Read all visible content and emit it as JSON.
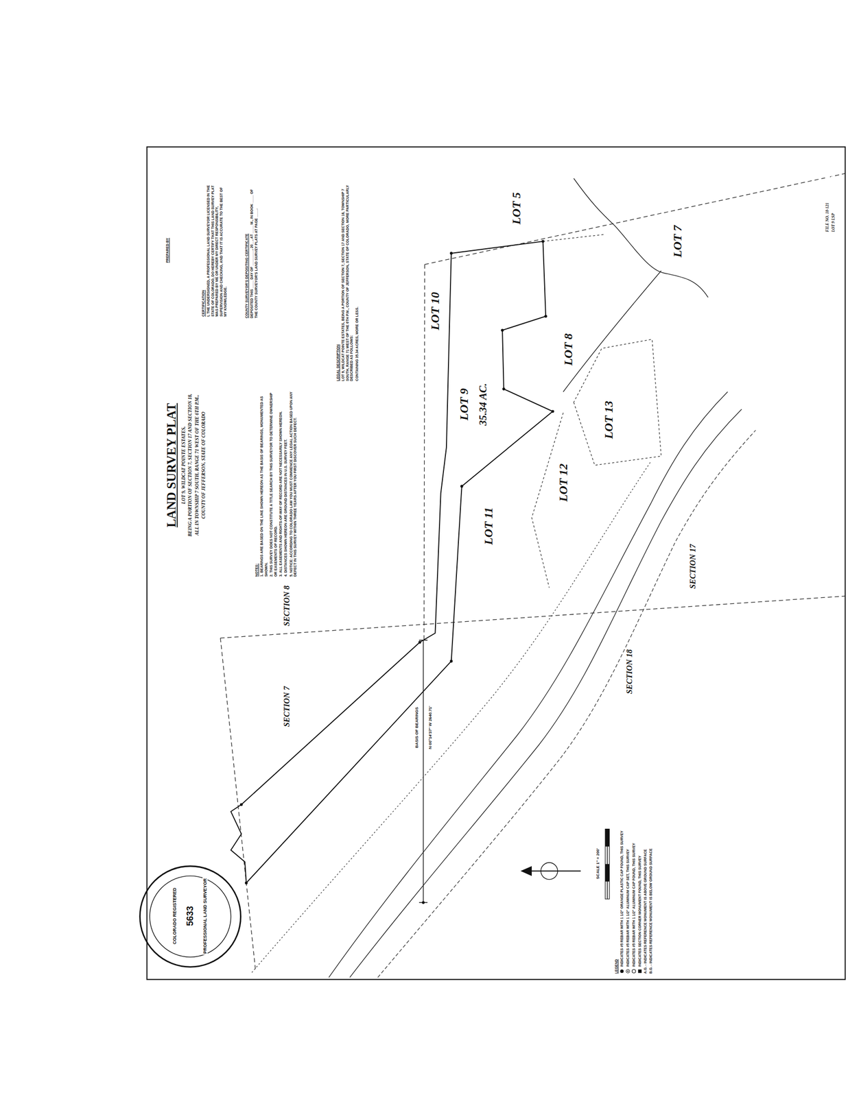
{
  "diagram": {
    "title": "LAND SURVEY PLAT",
    "labels": [
      "LOT 9, WILDCAT POINTE ESTATES,",
      "BEING A PORTION OF SECTION 7, SECTION 17 AND SECTION 18,",
      "ALL IN TOWNSHIP 7 SOUTH, RANGE 71 WEST OF THE 6TH P.M.,",
      "COUNTY OF JEFFERSON, STATE OF COLORADO",
      "SECTION 7",
      "SECTION 8",
      "SECTION 17",
      "SECTION 18",
      "LOT 9",
      "35.34 AC.",
      "LOT 10",
      "LOT 11",
      "LOT 12",
      "LOT 13",
      "LOT 8",
      "LOT 5",
      "LOT 7",
      "NOTES:",
      "1. BEARINGS ARE BASED ON THE LINE SHOWN HEREON AS THE BASIS OF BEARINGS, MONUMENTED AS SHOWN.",
      "2. THIS SURVEY DOES NOT CONSTITUTE A TITLE SEARCH BY THIS SURVEYOR TO DETERMINE OWNERSHIP OR EASEMENTS OF RECORD.",
      "3. ALL EASEMENTS AND RIGHTS-OF-WAY OF RECORD ARE NOT NECESSARILY SHOWN HEREON.",
      "4. DISTANCES SHOWN HEREON ARE GROUND DISTANCES IN U.S. SURVEY FEET.",
      "5. NOTICE: ACCORDING TO COLORADO LAW YOU MUST COMMENCE ANY LEGAL ACTION BASED UPON ANY DEFECT IN THIS SURVEY WITHIN THREE YEARS AFTER YOU FIRST DISCOVER SUCH DEFECT.",
      "LEGAL DESCRIPTION",
      "LOT 9, WILDCAT POINTE ESTATES, BEING A PORTION OF SECTION 7, SECTION 17 AND SECTION 18, TOWNSHIP 7 SOUTH, RANGE 71 WEST OF THE 6TH P.M., COUNTY OF JEFFERSON, STATE OF COLORADO, MORE PARTICULARLY DESCRIBED AS FOLLOWS:",
      "CONTAINING 35.34 ACRES, MORE OR LESS.",
      "CERTIFICATION",
      "I, THE UNDERSIGNED, A PROFESSIONAL LAND SURVEYOR LICENSED IN THE STATE OF COLORADO, DO HEREBY CERTIFY THAT THIS LAND SURVEY PLAT WAS PREPARED BY ME OR UNDER MY DIRECT RESPONSIBILITY, SUPERVISION AND CHECKING, AND THAT IT IS ACCURATE TO THE BEST OF MY KNOWLEDGE.",
      "PREPARED BY",
      "COUNTY SURVEYOR'S DEPOSITING CERTIFICATE",
      "DEPOSITED THIS ____ DAY OF ________, 20__, AT ____ M., IN BOOK ____ OF THE COUNTY SURVEYOR'S LAND SURVEY PLATS AT PAGE ____.",
      "FILE NO. 18-121",
      "LOT 9 LSP",
      "SCALE 1\" = 200'",
      "LEGEND",
      "A.G. - INDICATES REFERENCE MONUMENT IS ABOVE GROUND SURFACE",
      "B.G. - INDICATES REFERENCE MONUMENT IS BELOW GROUND SURFACE",
      "BASIS OF BEARINGS",
      "N 00°14'37\" W 2640.71'",
      "COLORADO REGISTERED",
      "5633",
      "PROFESSIONAL LAND SURVEYOR"
    ],
    "legend": [
      {
        "text": "INDICATES #5 REBAR WITH 1 1/2\" ORANGE PLASTIC CAP FOUND, THIS SURVEY"
      },
      {
        "text": "INDICATES #5 REBAR WITH 1 1/2\" ALUMINUM CAP SET, THIS SURVEY"
      },
      {
        "text": "INDICATES #5 REBAR WITH 1 1/2\" ALUMINUM CAP FOUND, THIS SURVEY"
      },
      {
        "text": "INDICATES SECTION CORNER MONUMENT FOUND, THIS SURVEY"
      }
    ]
  }
}
